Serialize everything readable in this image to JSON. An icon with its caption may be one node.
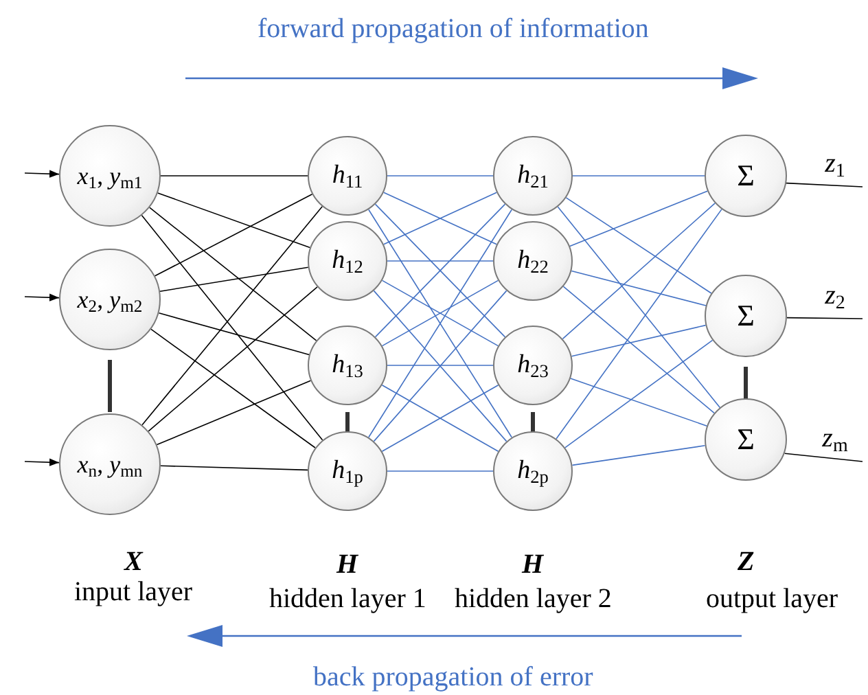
{
  "diagram": {
    "nodes": [
      {
        "text": [
          "*x*$_{1}$, *y*$_{m1}$"
        ]
      },
      {
        "text": [
          "*x*$_{2}$, *y*$_{m2}$"
        ]
      },
      {
        "text": [
          "*x*$_{n}$, *y*$_{mn}$"
        ]
      },
      {
        "text": [
          "*h*$_{11}$"
        ]
      },
      {
        "text": [
          "*h*$_{12}$"
        ]
      },
      {
        "text": [
          "*h*$_{13}$"
        ]
      },
      {
        "text": [
          "*h*$_{1p}$"
        ]
      },
      {
        "text": [
          "*h*$_{21}$"
        ]
      },
      {
        "text": [
          "*h*$_{22}$"
        ]
      },
      {
        "text": [
          "*h*$_{23}$"
        ]
      },
      {
        "text": [
          "*h*$_{2p}$"
        ]
      },
      {
        "text": [
          "Σ"
        ]
      },
      {
        "text": [
          "Σ"
        ]
      },
      {
        "text": [
          "Σ"
        ]
      },
      {
        "text": [
          "*z*$_{1}$"
        ]
      },
      {
        "text": [
          "*z*$_{2}$"
        ]
      },
      {
        "text": [
          "*z*$_{m}$"
        ]
      }
    ],
    "edges": [
      {
        "from": null,
        "to": 0,
        "arrow": "to",
        "color": "#000000"
      },
      {
        "from": null,
        "to": 1,
        "arrow": "to",
        "color": "#000000"
      },
      {
        "from": null,
        "to": 2,
        "arrow": "to",
        "color": "#000000"
      },
      {
        "from": 0,
        "to": 3,
        "arrow": "none",
        "color": "#000000"
      },
      {
        "from": 0,
        "to": 4,
        "arrow": "none",
        "color": "#000000"
      },
      {
        "from": 0,
        "to": 5,
        "arrow": "none",
        "color": "#000000"
      },
      {
        "from": 0,
        "to": 6,
        "arrow": "none",
        "color": "#000000"
      },
      {
        "from": 1,
        "to": 3,
        "arrow": "none",
        "color": "#000000"
      },
      {
        "from": 1,
        "to": 4,
        "arrow": "none",
        "color": "#000000"
      },
      {
        "from": 1,
        "to": 5,
        "arrow": "none",
        "color": "#000000"
      },
      {
        "from": 1,
        "to": 6,
        "arrow": "none",
        "color": "#000000"
      },
      {
        "from": 2,
        "to": 3,
        "arrow": "none",
        "color": "#000000"
      },
      {
        "from": 2,
        "to": 4,
        "arrow": "none",
        "color": "#000000"
      },
      {
        "from": 2,
        "to": 5,
        "arrow": "none",
        "color": "#000000"
      },
      {
        "from": 2,
        "to": 6,
        "arrow": "none",
        "color": "#000000"
      },
      {
        "from": 3,
        "to": 7,
        "arrow": "none"
      },
      {
        "from": 3,
        "to": 8,
        "arrow": "none"
      },
      {
        "from": 3,
        "to": 9,
        "arrow": "none"
      },
      {
        "from": 3,
        "to": 10,
        "arrow": "none"
      },
      {
        "from": 4,
        "to": 7,
        "arrow": "none"
      },
      {
        "from": 4,
        "to": 8,
        "arrow": "none"
      },
      {
        "from": 4,
        "to": 9,
        "arrow": "none"
      },
      {
        "from": 4,
        "to": 10,
        "arrow": "none"
      },
      {
        "from": 5,
        "to": 7,
        "arrow": "none"
      },
      {
        "from": 5,
        "to": 8,
        "arrow": "none"
      },
      {
        "from": 5,
        "to": 9,
        "arrow": "none"
      },
      {
        "from": 5,
        "to": 10,
        "arrow": "none"
      },
      {
        "from": 6,
        "to": 7,
        "arrow": "none"
      },
      {
        "from": 6,
        "to": 8,
        "arrow": "none"
      },
      {
        "from": 6,
        "to": 9,
        "arrow": "none"
      },
      {
        "from": 6,
        "to": 10,
        "arrow": "none"
      },
      {
        "from": 7,
        "to": 11,
        "arrow": "none"
      },
      {
        "from": 7,
        "to": 12,
        "arrow": "none"
      },
      {
        "from": 7,
        "to": 13,
        "arrow": "none"
      },
      {
        "from": 8,
        "to": 11,
        "arrow": "none"
      },
      {
        "from": 8,
        "to": 12,
        "arrow": "none"
      },
      {
        "from": 8,
        "to": 13,
        "arrow": "none"
      },
      {
        "from": 9,
        "to": 11,
        "arrow": "none"
      },
      {
        "from": 9,
        "to": 12,
        "arrow": "none"
      },
      {
        "from": 9,
        "to": 13,
        "arrow": "none"
      },
      {
        "from": 10,
        "to": 11,
        "arrow": "none"
      },
      {
        "from": 10,
        "to": 12,
        "arrow": "none"
      },
      {
        "from": 10,
        "to": 13,
        "arrow": "none"
      },
      {
        "from": 11,
        "to": 14,
        "arrow": "none",
        "color": "#000000"
      },
      {
        "from": 12,
        "to": 15,
        "arrow": "none",
        "color": "#000000"
      },
      {
        "from": 13,
        "to": 16,
        "arrow": "none",
        "color": "#000000"
      }
    ],
    "labels": [
      "forward propagation of information",
      "X",
      "input layer",
      "H",
      "hidden layer 1",
      "H",
      "hidden layer 2",
      "Z",
      "output layer",
      "back propagation of error"
    ]
  }
}
